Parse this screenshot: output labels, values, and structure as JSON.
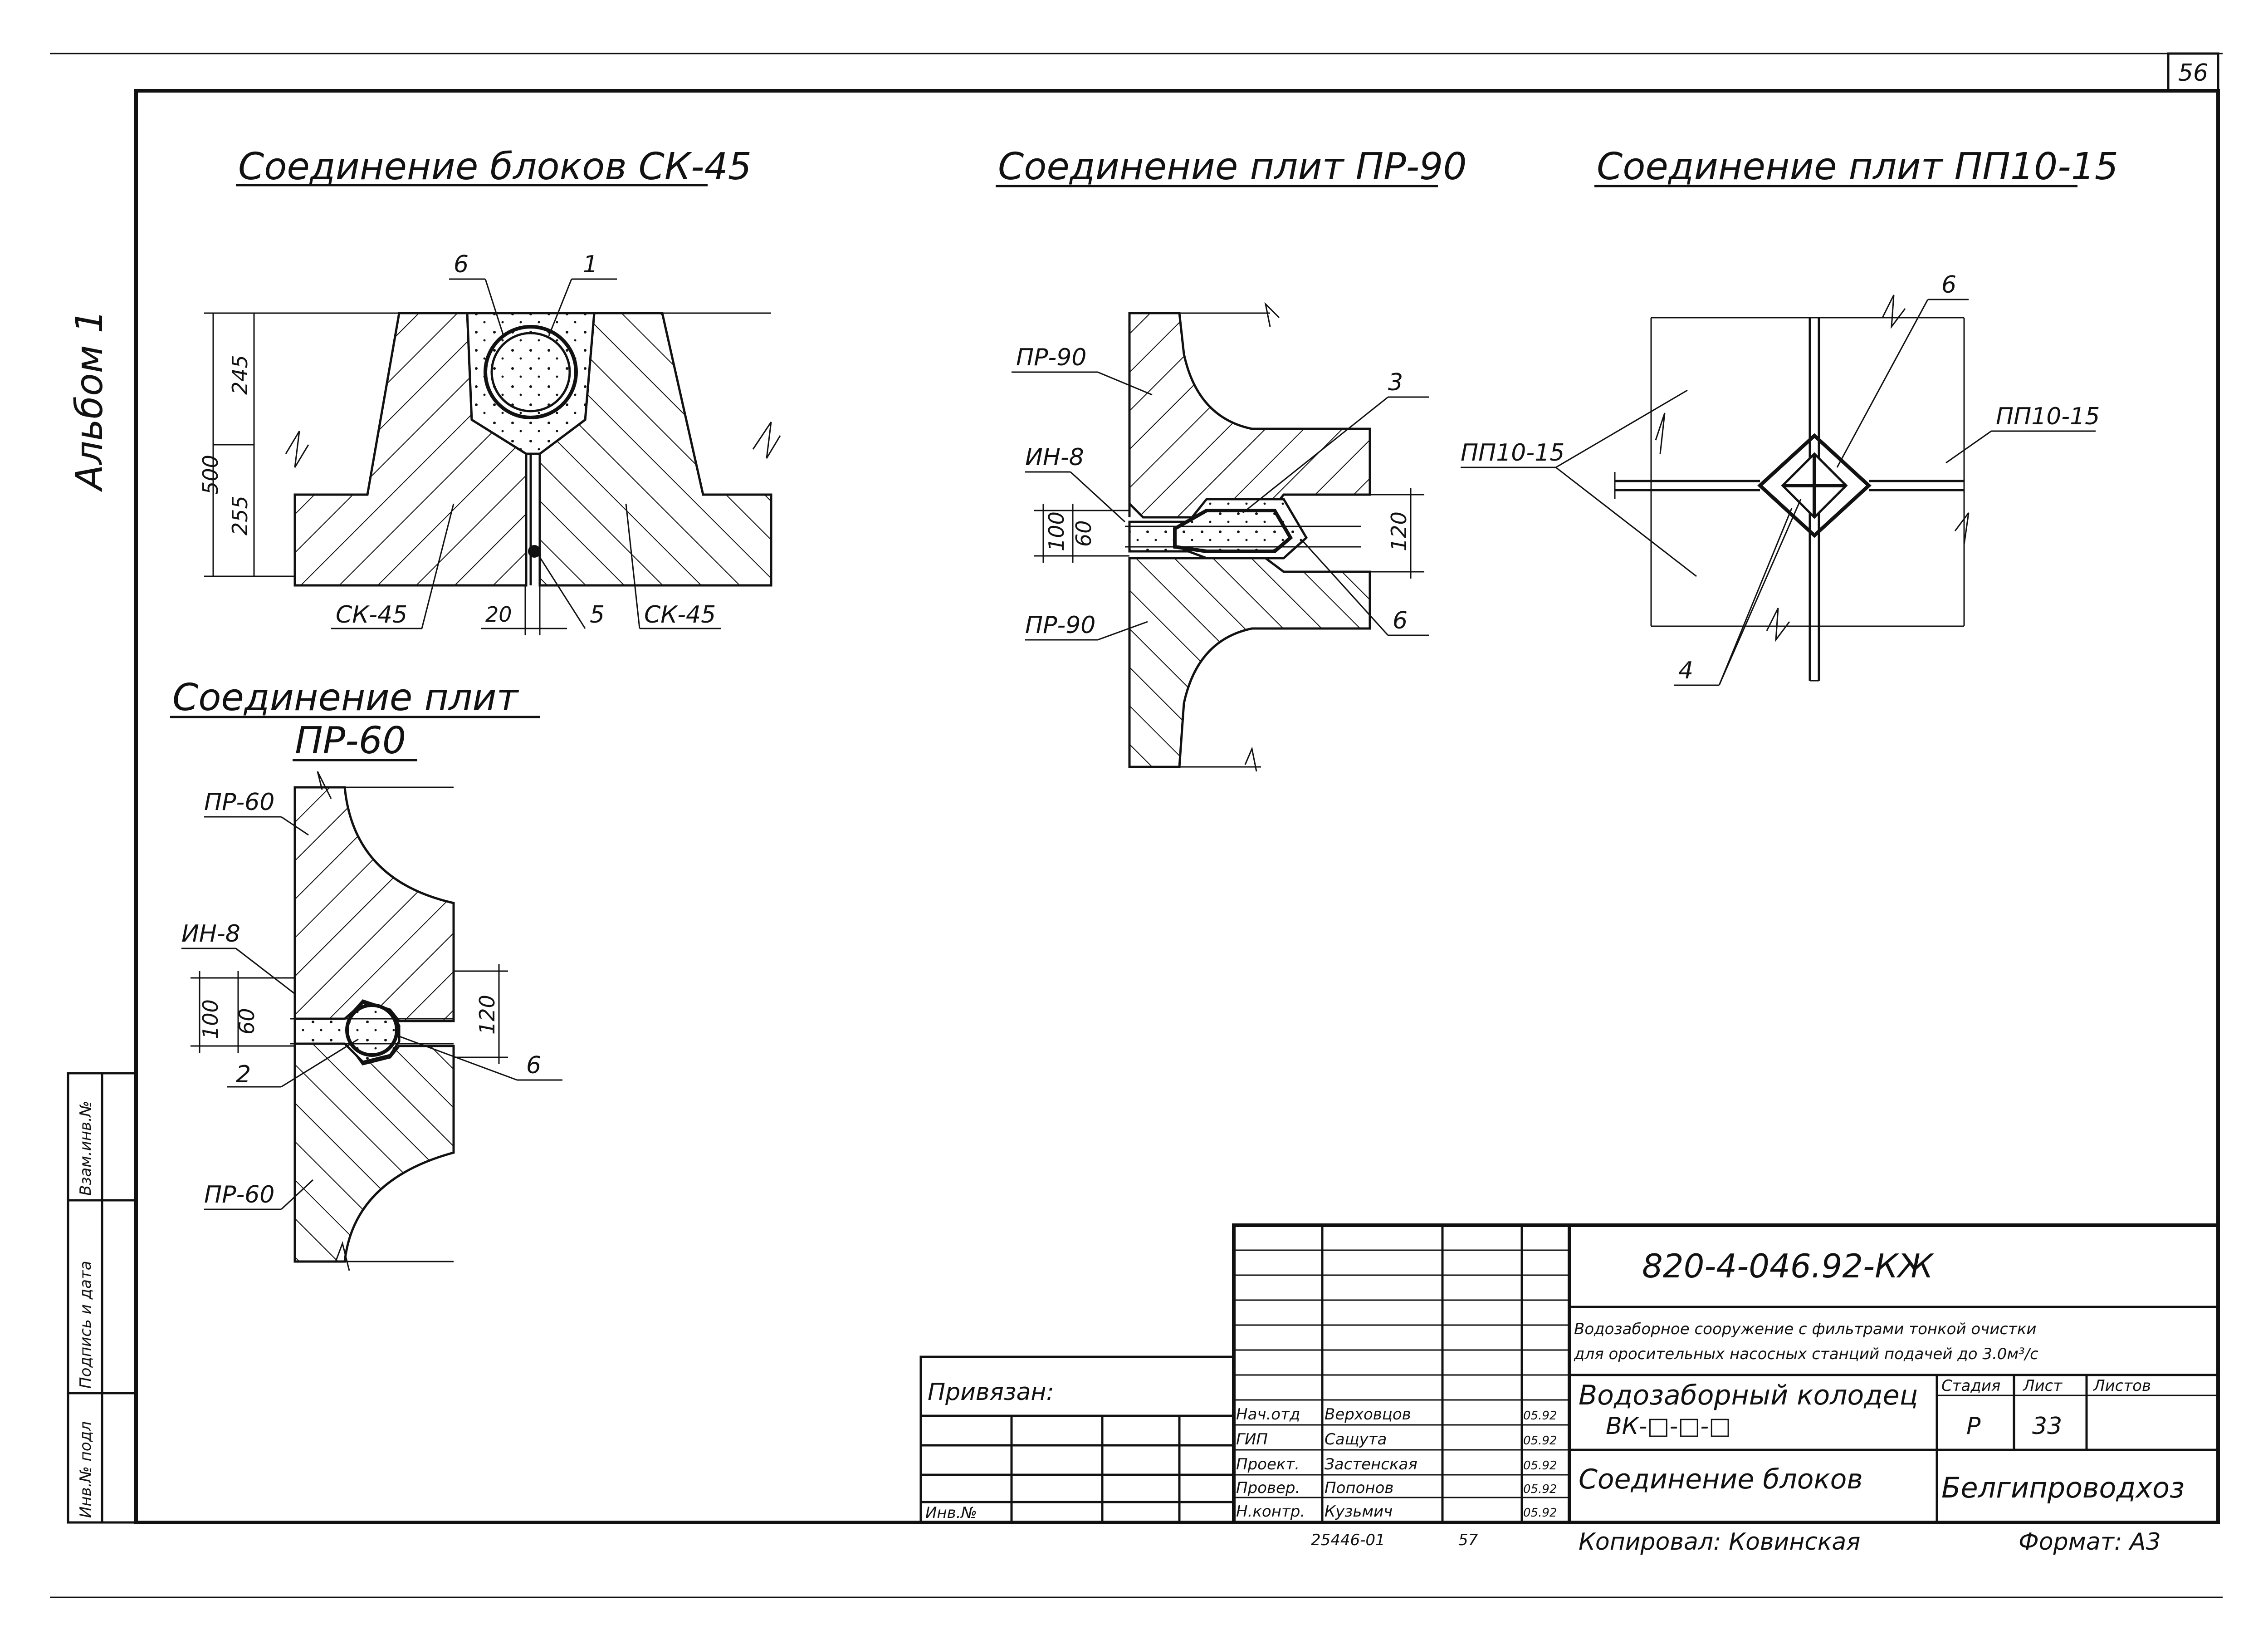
{
  "sheet_number": "56",
  "side_note": "Альбом 1",
  "drawings": {
    "sk45": {
      "title": "Соединение блоков СК-45",
      "dims": {
        "total": "500",
        "upper": "245",
        "lower": "255",
        "gap": "20"
      },
      "labels": {
        "left_block": "СК-45",
        "right_block": "СК-45",
        "pos1": "1",
        "pos5": "5",
        "pos6": "6"
      }
    },
    "pr90": {
      "title": "Соединение плит ПР-90",
      "labels": {
        "top_plate": "ПР-90",
        "bottom_plate": "ПР-90",
        "rod": "ИН-8",
        "pos3": "3",
        "pos6": "6"
      },
      "dims": {
        "d100": "100",
        "d60": "60",
        "d120": "120"
      }
    },
    "pp1015": {
      "title": "Соединение плит ПП10-15",
      "labels": {
        "left": "ПП10-15",
        "right": "ПП10-15",
        "pos6": "6",
        "pos4": "4"
      }
    },
    "pr60": {
      "title_line1": "Соединение плит",
      "title_line2": "ПР-60",
      "labels": {
        "top_plate": "ПР-60",
        "bottom_plate": "ПР-60",
        "rod": "ИН-8",
        "pos2": "2",
        "pos6": "6"
      },
      "dims": {
        "d100": "100",
        "d60": "60",
        "d120": "120"
      }
    }
  },
  "left_stamp": {
    "cell1": "Инв.№ подл",
    "cell2": "Подпись и дата",
    "cell3": "Взам.инв.№"
  },
  "title_block": {
    "doc_code": "820-4-046.92-КЖ",
    "project_line1": "Водозаборное сооружение с фильтрами тонкой очистки",
    "project_line2": "для оросительных насосных станций подачей до 3.0м³/с",
    "object_name": "Водозаборный колодец",
    "object_mark": "ВК-□-□-□",
    "sheet_title": "Соединение блоков",
    "organization": "Белгипроводхоз",
    "stage_header": "Стадия",
    "sheet_header": "Лист",
    "sheets_header": "Листов",
    "stage": "Р",
    "sheet": "33",
    "linked": "Привязан:",
    "inv_no": "Инв.№",
    "roles": [
      {
        "role": "Нач.отд",
        "name": "Верховцов",
        "date": "05.92"
      },
      {
        "role": "ГИП",
        "name": "Сащута",
        "date": "05.92"
      },
      {
        "role": "Проект.",
        "name": "Застенская",
        "date": "05.92"
      },
      {
        "role": "Провер.",
        "name": "Попонов",
        "date": "05.92"
      },
      {
        "role": "Н.контр.",
        "name": "Кузьмич",
        "date": "05.92"
      }
    ],
    "archive_no": "25446-01",
    "page_ref": "57",
    "copied_by": "Копировал: Ковинская",
    "format": "Формат: А3"
  }
}
